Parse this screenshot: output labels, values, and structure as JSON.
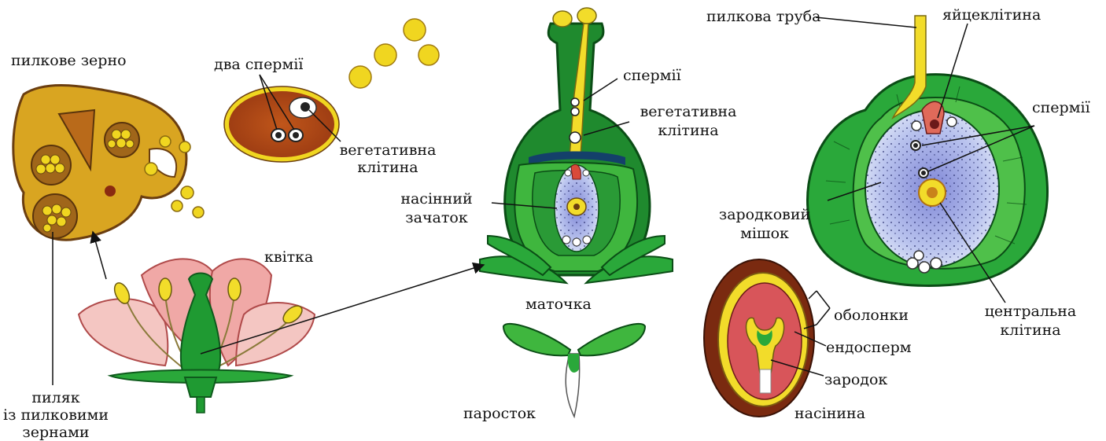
{
  "labels": {
    "pollen_grain": "пилкове зерно",
    "two_sperms": "два спермії",
    "vegetative_cell_1": "вегетативна",
    "vegetative_cell_2": "клітина",
    "flower": "квітка",
    "anther_1": "пиляк",
    "anther_2": "із пилковими",
    "anther_3": "зернами",
    "sperms_mid": "спермії",
    "veg_mid_1": "вегетативна",
    "veg_mid_2": "клітина",
    "ovule_1": "насінний",
    "ovule_2": "зачаток",
    "pistil": "маточка",
    "sprout": "паросток",
    "pollen_tube": "пилкова труба",
    "egg_cell": "яйцеклітина",
    "sperms_right": "спермії",
    "embryo_sac_1": "зародковий",
    "embryo_sac_2": "мішок",
    "coats": "оболонки",
    "central_cell_1": "центральна",
    "central_cell_2": "клітина",
    "endosperm": "ендосперм",
    "embryo": "зародок",
    "seed": "насінина"
  },
  "colors": {
    "green_dark": "#1f8a2e",
    "green_light": "#4fc04a",
    "yellow": "#f2dc2a",
    "orange_brown": "#c9821a",
    "pink": "#f0b0b0",
    "blue_sac": "#aeb8e8",
    "seed_brown": "#7a2a10"
  }
}
